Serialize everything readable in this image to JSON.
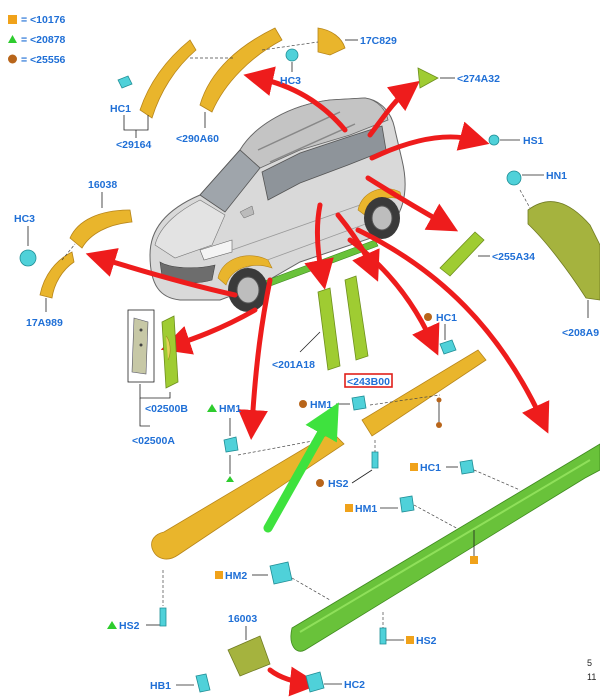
{
  "legend": [
    {
      "shape": "square",
      "color": "#f0a21a",
      "text": "= <10176"
    },
    {
      "shape": "triangle",
      "color": "#2ecc2e",
      "text": "= <20878"
    },
    {
      "shape": "circle",
      "color": "#b8651a",
      "text": "= <25556"
    }
  ],
  "labels": {
    "l17c829": "17C829",
    "hc3_top": "HC3",
    "hc1_top": "HC1",
    "l29164": "<29164",
    "l290a60": "<290A60",
    "l274a32": "<274A32",
    "hs1": "HS1",
    "hn1": "HN1",
    "l16038": "16038",
    "hc3_left": "HC3",
    "l17a989": "17A989",
    "l255a34": "<255A34",
    "l208a9": "<208A9",
    "hc1_mid": "HC1",
    "l201a18": "<201A18",
    "l243b00": "<243B00",
    "l02500b": "<02500B",
    "l02500a": "<02500A",
    "hm1_left": "HM1",
    "hm1_mid": "HM1",
    "hs2_mid": "HS2",
    "hc1_right": "HC1",
    "hm1_right": "HM1",
    "hm2": "HM2",
    "hs2_left": "HS2",
    "l16003": "16003",
    "hs2_right": "HS2",
    "hb1": "HB1",
    "hc2": "HC2",
    "page_num": "5",
    "page_sub": "11"
  },
  "colors": {
    "label": "#1f6fd6",
    "highlight_box": "#e0201a",
    "red_arrow": "#ee1c1c",
    "green_arrow": "#3ee23e"
  },
  "icons": [
    "car-illustration",
    "clip-fastener-icon",
    "red-arrow",
    "green-pointer-arrow"
  ]
}
